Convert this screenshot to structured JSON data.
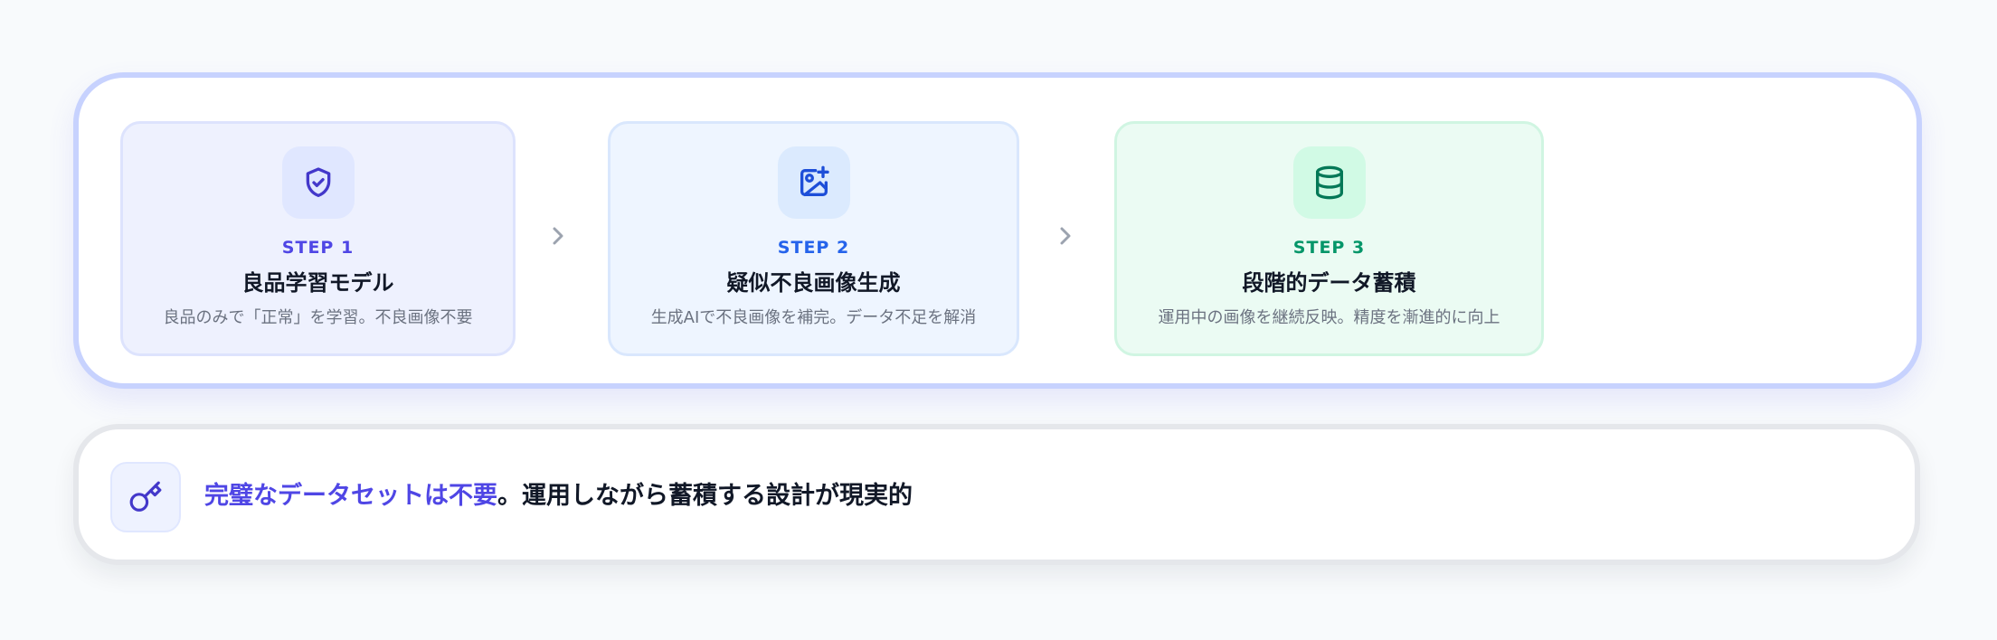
{
  "flow": {
    "steps": [
      {
        "icon": "shield-check-icon",
        "label": "STEP  1",
        "title": "良品学習モデル",
        "description": "良品のみで「正常」を学習。不良画像不要",
        "accent": "#4f46e5"
      },
      {
        "icon": "image-plus-icon",
        "label": "STEP  2",
        "title": "疑似不良画像生成",
        "description": "生成AIで不良画像を補完。データ不足を解消",
        "accent": "#2563eb"
      },
      {
        "icon": "database-icon",
        "label": "STEP  3",
        "title": "段階的データ蓄積",
        "description": "運用中の画像を継続反映。精度を漸進的に向上",
        "accent": "#059669"
      }
    ],
    "arrow_icon": "chevron-right-icon"
  },
  "note": {
    "icon": "key-icon",
    "highlight": "完璧なデータセットは不要",
    "text": "。運用しながら蓄積する設計が現実的",
    "highlight_color": "#4f46e5"
  }
}
